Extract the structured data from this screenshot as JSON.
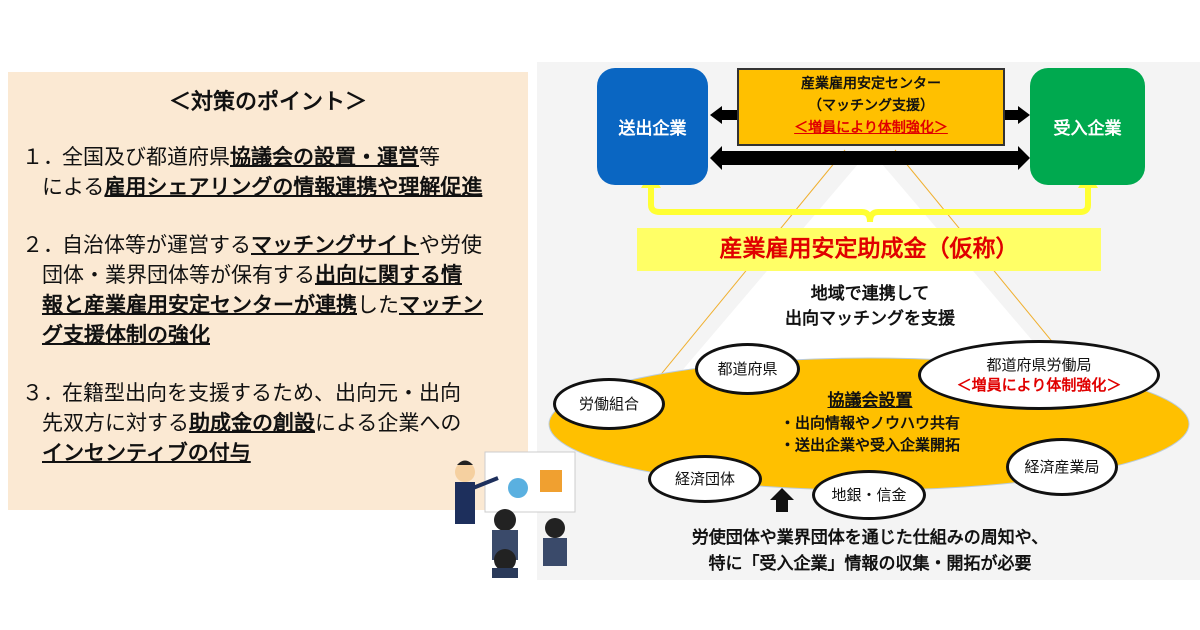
{
  "left_panel": {
    "title": "＜対策のポイント＞",
    "points": [
      {
        "num": "１．",
        "lines": [
          [
            {
              "t": "全国及び都道府県",
              "b": false
            },
            {
              "t": "協議会の設置・運営",
              "b": true
            },
            {
              "t": "等",
              "b": false
            }
          ],
          [
            {
              "t": "による",
              "b": false
            },
            {
              "t": "雇用シェアリングの情報連携や理解促進",
              "b": true
            }
          ]
        ]
      },
      {
        "num": "２．",
        "lines": [
          [
            {
              "t": "自治体等が運営する",
              "b": false
            },
            {
              "t": "マッチングサイト",
              "b": true
            },
            {
              "t": "や労使",
              "b": false
            }
          ],
          [
            {
              "t": "団体・業界団体等が保有する",
              "b": false
            },
            {
              "t": "出向に関する情",
              "b": true
            }
          ],
          [
            {
              "t": "報と産業雇用安定センターが連携",
              "b": true
            },
            {
              "t": "した",
              "b": false
            },
            {
              "t": "マッチン",
              "b": true
            }
          ],
          [
            {
              "t": "グ支援体制の強化",
              "b": true
            }
          ]
        ]
      },
      {
        "num": "３．",
        "lines": [
          [
            {
              "t": "在籍型出向を支援するため、出向元・出向",
              "b": false
            }
          ],
          [
            {
              "t": "先双方に対する",
              "b": false
            },
            {
              "t": "助成金の創設",
              "b": true
            },
            {
              "t": "による企業への",
              "b": false
            }
          ],
          [
            {
              "t": "インセンティブの付与",
              "b": true
            }
          ]
        ]
      }
    ]
  },
  "diagram": {
    "sender": "送出企業",
    "receiver": "受入企業",
    "center": {
      "line1": "産業雇用安定センター",
      "line2": "（マッチング支援）",
      "line3": "＜増員により体制強化＞"
    },
    "subsidy": "産業雇用安定助成金（仮称）",
    "region_line1": "地域で連携して",
    "region_line2": "出向マッチングを支援",
    "council": {
      "title": "協議会設置",
      "item1": "・出向情報やノウハウ共有",
      "item2": "・送出企業や受入企業開拓"
    },
    "members": {
      "prefecture": "都道府県",
      "union": "労働組合",
      "labor_bureau": "都道府県労働局",
      "labor_bureau_note": "＜増員により体制強化＞",
      "economic_org": "経済団体",
      "banks": "地銀・信金",
      "meti_bureau": "経済産業局"
    },
    "footer_line1": "労使団体や業界団体を通じた仕組みの周知や、",
    "footer_line2": "特に「受入企業」情報の収集・開拓が必要"
  },
  "colors": {
    "blue": "#0a66c2",
    "green": "#00a94f",
    "orange": "#ffc000",
    "yellow": "#ffff66",
    "red": "#e00000",
    "beige": "#fbe9d3"
  }
}
